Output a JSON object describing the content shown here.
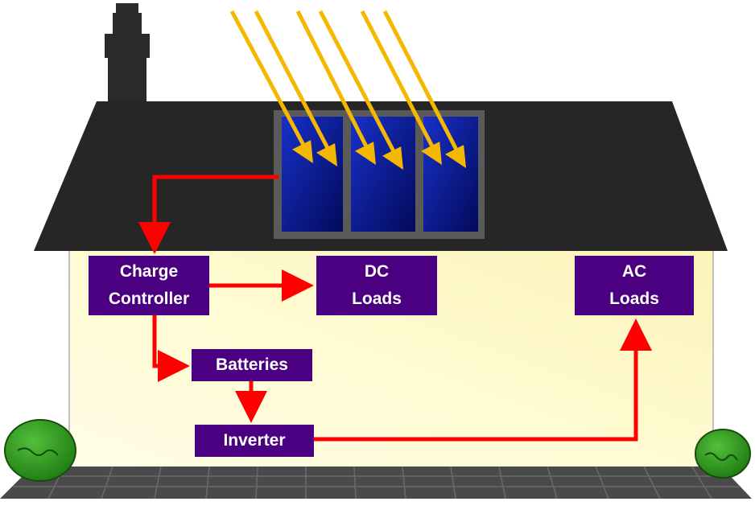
{
  "diagram": {
    "components": {
      "charge_controller": [
        "Charge",
        "Controller"
      ],
      "dc_loads": [
        "DC",
        "Loads"
      ],
      "ac_loads": [
        "AC",
        "Loads"
      ],
      "batteries": "Batteries",
      "inverter": "Inverter"
    },
    "flows": [
      {
        "from": "solar panels",
        "to": "charge_controller"
      },
      {
        "from": "charge_controller",
        "to": "dc_loads"
      },
      {
        "from": "charge_controller",
        "to": "batteries"
      },
      {
        "from": "batteries",
        "to": "inverter"
      },
      {
        "from": "inverter",
        "to": "ac_loads"
      }
    ]
  },
  "colors": {
    "box_fill": "#4b0082",
    "box_text": "#ffffff",
    "flow_arrow": "#ff0000",
    "sun_ray": "#f5b800",
    "roof": "#262626",
    "wall": "#fffbd0",
    "panel": "#0a1a8c",
    "panel_frame": "#5a5a5a",
    "ground": "#4a4a4a",
    "bush": "#2e8b1e"
  },
  "icons": [
    "sun-ray-icon",
    "solar-panel-icon",
    "chimney-icon",
    "bush-icon"
  ]
}
